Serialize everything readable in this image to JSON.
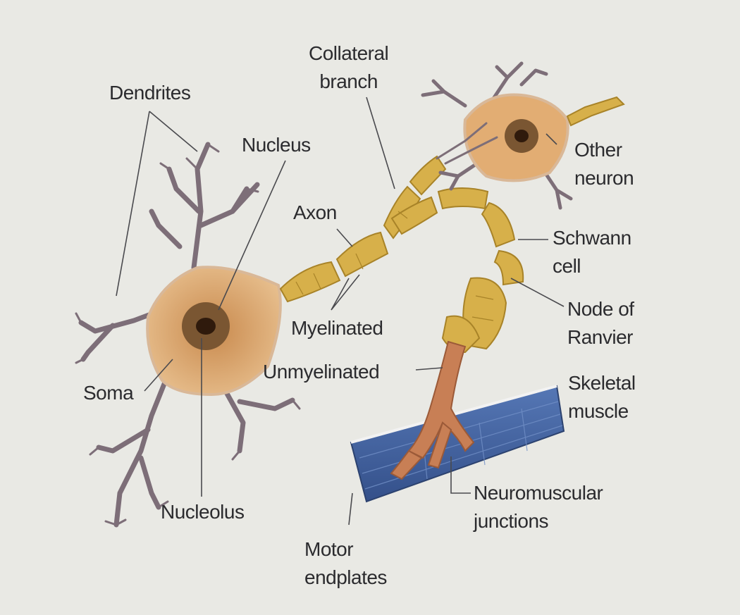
{
  "labels": {
    "dendrites": "Dendrites",
    "collateral": [
      "Collateral",
      "branch"
    ],
    "nucleus": "Nucleus",
    "axon": "Axon",
    "other_neuron": [
      "Other",
      "neuron"
    ],
    "schwann": [
      "Schwann",
      "cell"
    ],
    "myelinated": "Myelinated",
    "node": [
      "Node of",
      "Ranvier"
    ],
    "unmyelinated": "Unmyelinated",
    "skeletal": [
      "Skeletal",
      "muscle"
    ],
    "soma": "Soma",
    "nucleolus": "Nucleolus",
    "neuromuscular": [
      "Neuromuscular",
      "junctions"
    ],
    "motor": [
      "Motor",
      "endplates"
    ]
  },
  "colors": {
    "soma": "#d9a067",
    "myelin": "#d7b04a",
    "muscle": "#3d5f9e",
    "nucleus": "#6a4a2a"
  }
}
